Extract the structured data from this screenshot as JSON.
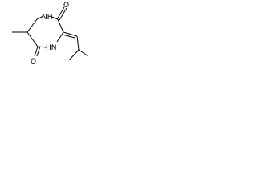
{
  "molecule": {
    "atom_labels": {
      "n_top": "NH",
      "n_bottom": "HN",
      "o_top": "O",
      "o_bottom": "O"
    },
    "colors": {
      "bond": "#000000",
      "background": "#ffffff"
    }
  }
}
